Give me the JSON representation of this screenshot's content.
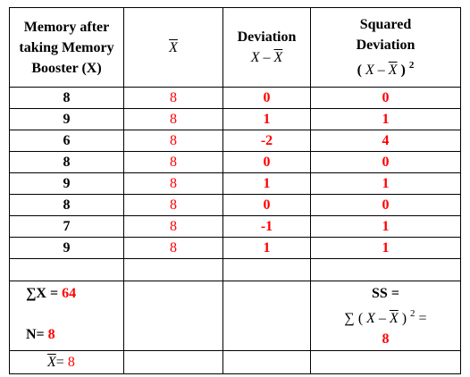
{
  "headers": {
    "col1": "Memory after taking Memory Booster (X)",
    "col2_symbol": "X",
    "col3_title": "Deviation",
    "col3_formula_x": "X",
    "col3_formula_minus": "–",
    "col3_formula_xbar": "X",
    "col4_title": "Squared Deviation",
    "col4_formula_open": "(",
    "col4_formula_x": "X",
    "col4_formula_minus": "–",
    "col4_formula_xbar": "X",
    "col4_formula_close": ")",
    "col4_formula_exp": "2"
  },
  "rows": [
    {
      "x": "8",
      "mean": "8",
      "dev": "0",
      "sq": "0"
    },
    {
      "x": "9",
      "mean": "8",
      "dev": "1",
      "sq": "1"
    },
    {
      "x": "6",
      "mean": "8",
      "dev": "-2",
      "sq": "4"
    },
    {
      "x": "8",
      "mean": "8",
      "dev": "0",
      "sq": "0"
    },
    {
      "x": "9",
      "mean": "8",
      "dev": "1",
      "sq": "1"
    },
    {
      "x": "8",
      "mean": "8",
      "dev": "0",
      "sq": "0"
    },
    {
      "x": "7",
      "mean": "8",
      "dev": "-1",
      "sq": "1"
    },
    {
      "x": "9",
      "mean": "8",
      "dev": "1",
      "sq": "1"
    }
  ],
  "summary": {
    "sum_label": "∑X = ",
    "sum_value": "64",
    "n_label": "N= ",
    "n_value": "8",
    "ss_label": "SS =",
    "ss_formula_prefix": "∑ (",
    "ss_formula_x": "X",
    "ss_formula_minus": "–",
    "ss_formula_xbar": "X",
    "ss_formula_close": ")",
    "ss_formula_exp": "2",
    "ss_formula_eq": " =",
    "ss_value": "8",
    "mean_symbol": "X",
    "mean_eq": "= ",
    "mean_value": "8"
  },
  "colors": {
    "accent": "#ff0000",
    "text": "#000000",
    "border": "#000000"
  }
}
